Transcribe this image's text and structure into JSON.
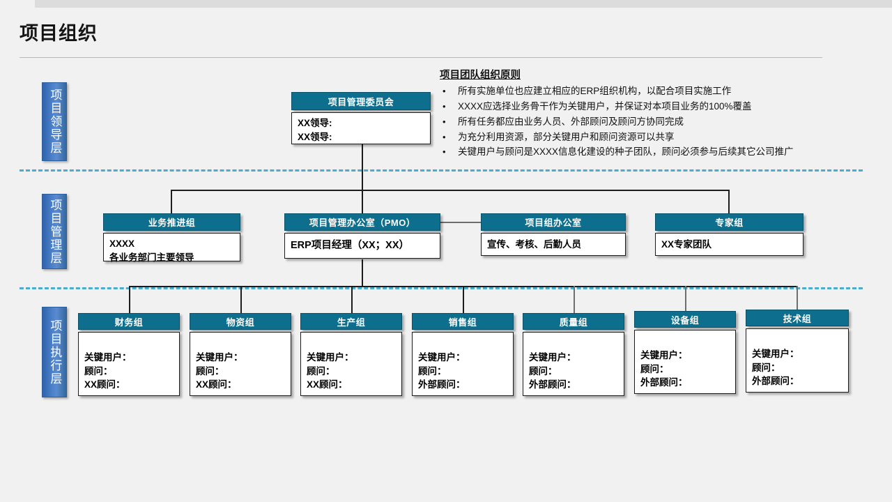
{
  "slide": {
    "title": "项目组织"
  },
  "layers": [
    {
      "name": "leadership",
      "label": "项目领导层"
    },
    {
      "name": "management",
      "label": "项目管理层"
    },
    {
      "name": "execution",
      "label": "项目执行层"
    }
  ],
  "principles": {
    "title": "项目团队组织原则",
    "items": [
      "所有实施单位也应建立相应的ERP组织机构，以配合项目实施工作",
      "XXXX应选择业务骨干作为关键用户，并保证对本项目业务的100%覆盖",
      "所有任务都应由业务人员、外部顾问及顾问方协同完成",
      "为充分利用资源，部分关键用户和顾问资源可以共享",
      "关键用户与顾问是XXXX信息化建设的种子团队，顾问必须参与后续其它公司推广"
    ]
  },
  "committee": {
    "header": "项目管理委员会",
    "lines": [
      "XX领导:",
      "XX领导:"
    ]
  },
  "management_nodes": [
    {
      "header": "业务推进组",
      "lines": [
        "XXXX",
        "各业务部门主要领导"
      ]
    },
    {
      "header": "项目管理办公室（PMO）",
      "lines": [
        "ERP项目经理（XX；XX）"
      ]
    },
    {
      "header": "项目组办公室",
      "lines": [
        "宣传、考核、后勤人员"
      ]
    },
    {
      "header": "专家组",
      "lines": [
        "XX专家团队"
      ]
    }
  ],
  "execution_nodes": [
    {
      "header": "财务组",
      "lines": [
        "关键用户：",
        "顾问：",
        "XX顾问："
      ]
    },
    {
      "header": "物资组",
      "lines": [
        "关键用户：",
        "顾问：",
        "XX顾问："
      ]
    },
    {
      "header": "生产组",
      "lines": [
        "关键用户：",
        "顾问：",
        "XX顾问："
      ]
    },
    {
      "header": "销售组",
      "lines": [
        "关键用户：",
        "顾问：",
        "外部顾问："
      ]
    },
    {
      "header": "质量组",
      "lines": [
        "关键用户：",
        "顾问：",
        "外部顾问："
      ]
    },
    {
      "header": "设备组",
      "lines": [
        "关键用户：",
        "顾问：",
        "外部顾问："
      ]
    },
    {
      "header": "技术组",
      "lines": [
        "关键用户：",
        "顾问：",
        "外部顾问："
      ]
    }
  ],
  "colors": {
    "page_background": "#f1f1f1",
    "top_band": "#dcdcdc",
    "node_header": "#0d6e8d",
    "layer_tag": "#4a7fc8",
    "separator_dashed": "#4bacd0",
    "connector": "#1c1c1c",
    "title_text": "#141414"
  }
}
